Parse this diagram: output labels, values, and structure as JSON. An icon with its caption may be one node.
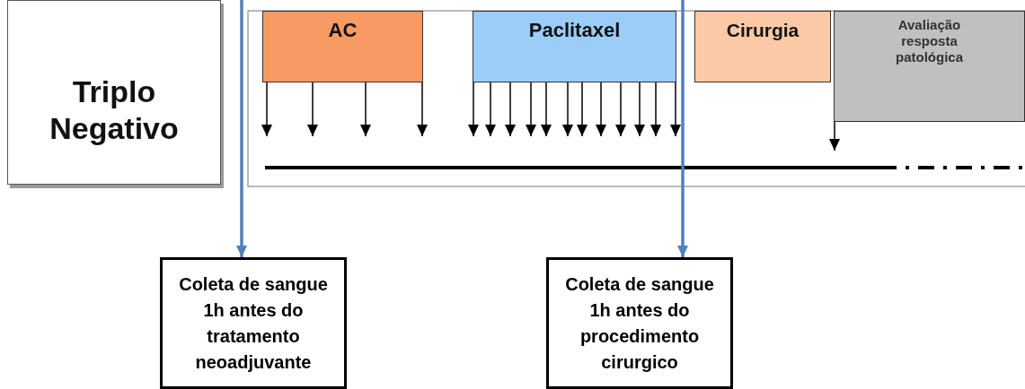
{
  "diagram": {
    "nodes": [
      {
        "text": [
          "Triplo Negativo"
        ]
      },
      {
        "text": [
          "AC"
        ]
      },
      {
        "text": [
          "Paclitaxel"
        ]
      },
      {
        "text": [
          "Cirurgia"
        ]
      },
      {
        "text": [
          "Avaliação resposta patológica"
        ]
      },
      {
        "text": [
          "Coleta de sangue 1h antes do tratamento neoadjuvante"
        ]
      },
      {
        "text": [
          "Coleta de sangue 1h antes do procedimento cirurgico"
        ]
      }
    ],
    "edges": [
      {
        "from": 1,
        "to": null,
        "arrow": "to"
      },
      {
        "from": 1,
        "to": null,
        "arrow": "to"
      },
      {
        "from": 1,
        "to": null,
        "arrow": "to"
      },
      {
        "from": 1,
        "to": null,
        "arrow": "to"
      },
      {
        "from": 2,
        "to": null,
        "arrow": "to"
      },
      {
        "from": 2,
        "to": null,
        "arrow": "to"
      },
      {
        "from": 2,
        "to": null,
        "arrow": "to"
      },
      {
        "from": 2,
        "to": null,
        "arrow": "to"
      },
      {
        "from": 2,
        "to": null,
        "arrow": "to"
      },
      {
        "from": 2,
        "to": null,
        "arrow": "to"
      },
      {
        "from": 2,
        "to": null,
        "arrow": "to"
      },
      {
        "from": 2,
        "to": null,
        "arrow": "to"
      },
      {
        "from": 2,
        "to": null,
        "arrow": "to"
      },
      {
        "from": 2,
        "to": null,
        "arrow": "to"
      },
      {
        "from": 2,
        "to": null,
        "arrow": "to"
      },
      {
        "from": 2,
        "to": null,
        "arrow": "to"
      },
      {
        "from": 4,
        "to": null,
        "arrow": "to"
      },
      {
        "from": null,
        "to": 5,
        "arrow": "to",
        "style": "thick",
        "color": "#4f81bd"
      },
      {
        "from": null,
        "to": 6,
        "arrow": "to",
        "style": "thick",
        "color": "#4f81bd"
      }
    ]
  }
}
